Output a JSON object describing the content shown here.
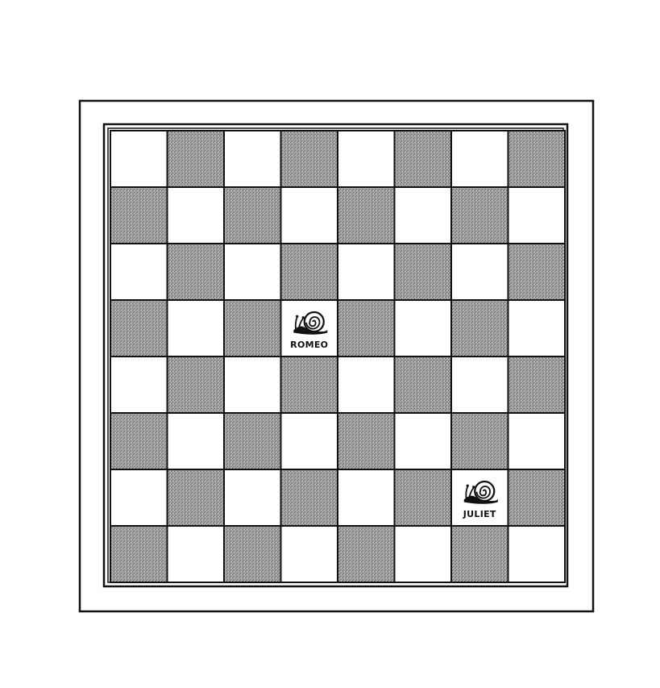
{
  "board": {
    "rows": 8,
    "cols": 8,
    "dark_square_color": "#9a9a9a",
    "light_square_color": "#ffffff",
    "line_color": "#111111"
  },
  "pieces": [
    {
      "id": "romeo",
      "label": "ROMEO",
      "icon": "snail-icon",
      "row": 3,
      "col": 3
    },
    {
      "id": "juliet",
      "label": "JULIET",
      "icon": "snail-icon",
      "row": 6,
      "col": 6
    }
  ]
}
